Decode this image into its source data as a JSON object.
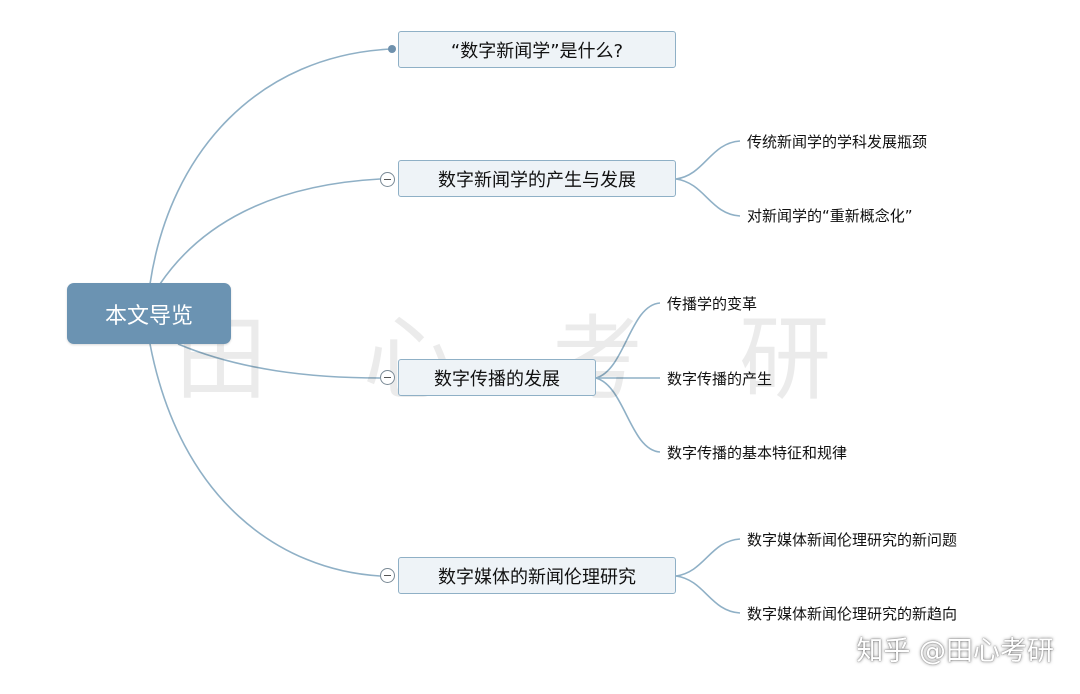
{
  "diagram": {
    "root": {
      "label": "本文导览"
    },
    "topics": [
      {
        "label": "“数字新闻学”是什么?",
        "children": []
      },
      {
        "label": "数字新闻学的产生与发展",
        "children": [
          "传统新闻学的学科发展瓶颈",
          "对新闻学的“重新概念化”"
        ]
      },
      {
        "label": "数字传播的发展",
        "children": [
          "传播学的变革",
          "数字传播的产生",
          "数字传播的基本特征和规律"
        ]
      },
      {
        "label": "数字媒体的新闻伦理研究",
        "children": [
          "数字媒体新闻伦理研究的新问题",
          "数字媒体新闻伦理研究的新趋向"
        ]
      }
    ],
    "line_color": "#8fb0c6",
    "root_color": "#6b93b2"
  },
  "watermark": "田心考研",
  "credit": "知乎 @田心考研"
}
